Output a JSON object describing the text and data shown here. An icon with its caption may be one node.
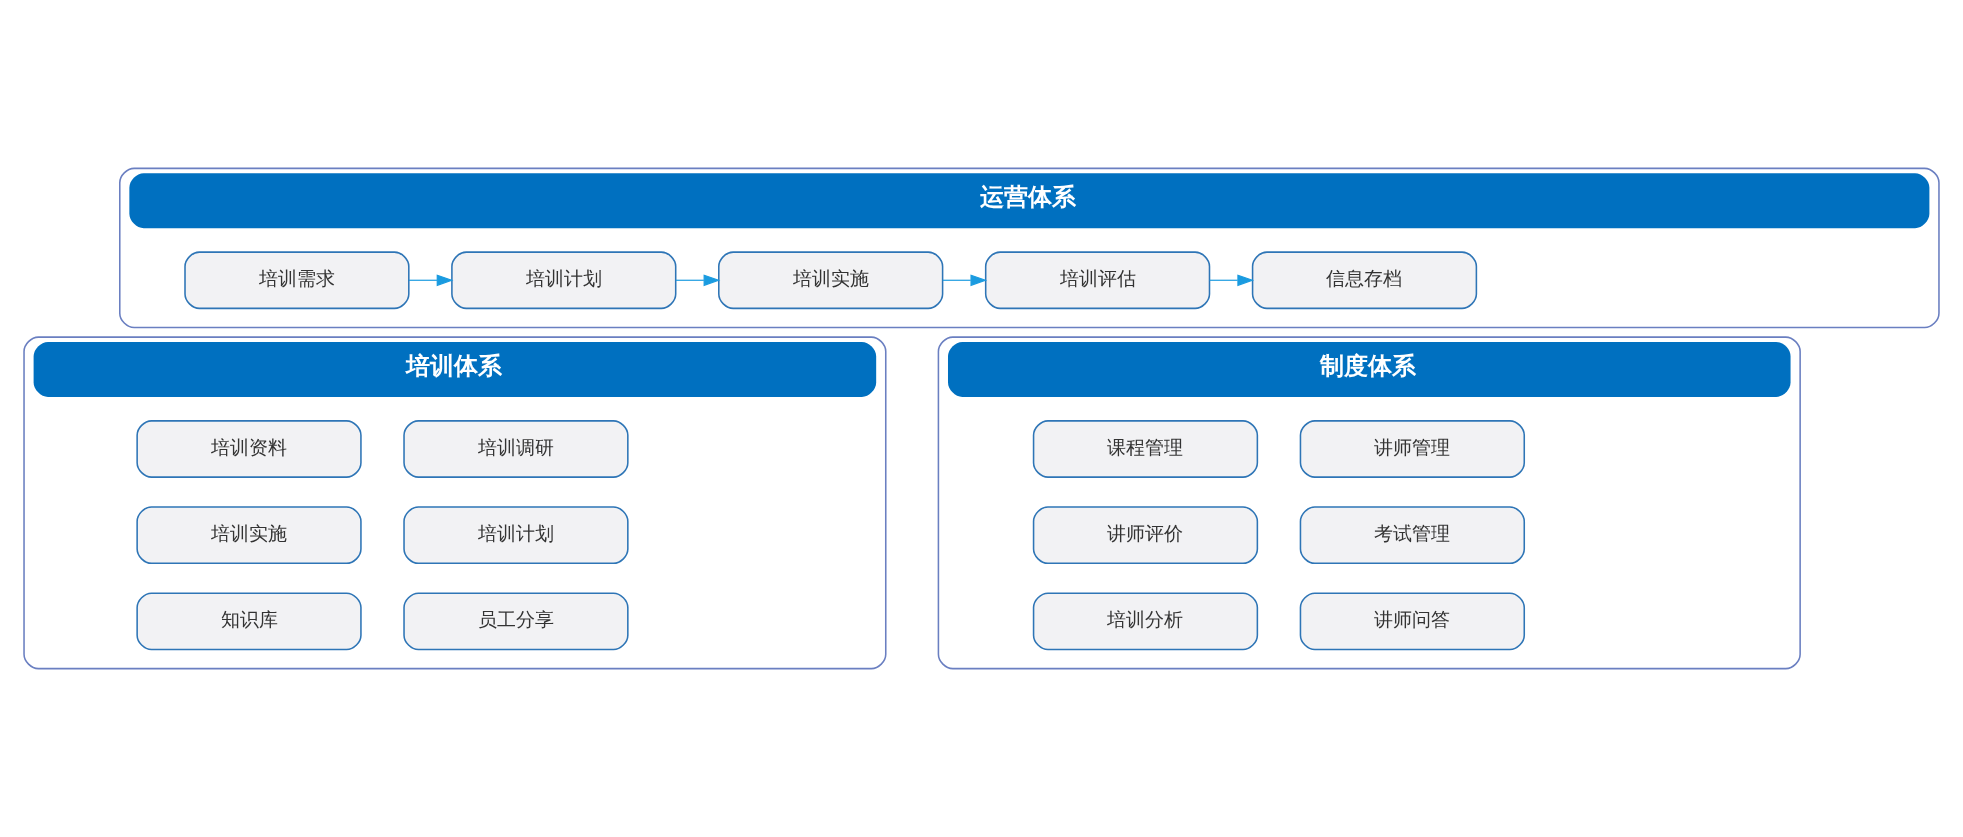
{
  "diagram": {
    "nodes": [
      {
        "text": [
          "运营体系"
        ]
      },
      {
        "text": [
          "培训需求"
        ],
        "in": 0
      },
      {
        "text": [
          "培训计划"
        ],
        "in": 0
      },
      {
        "text": [
          "培训实施"
        ],
        "in": 0
      },
      {
        "text": [
          "培训评估"
        ],
        "in": 0
      },
      {
        "text": [
          "信息存档"
        ],
        "in": 0
      },
      {
        "text": [
          "培训体系"
        ]
      },
      {
        "text": [
          "培训调研"
        ],
        "in": 6
      },
      {
        "text": [
          "培训资料"
        ],
        "in": 6
      },
      {
        "text": [
          "培训计划"
        ],
        "in": 6
      },
      {
        "text": [
          "培训实施"
        ],
        "in": 6
      },
      {
        "text": [
          "员工分享"
        ],
        "in": 6
      },
      {
        "text": [
          "知识库"
        ],
        "in": 6
      },
      {
        "text": [
          "制度体系"
        ]
      },
      {
        "text": [
          "讲师管理"
        ],
        "in": 13
      },
      {
        "text": [
          "课程管理"
        ],
        "in": 13
      },
      {
        "text": [
          "考试管理"
        ],
        "in": 13
      },
      {
        "text": [
          "讲师评价"
        ],
        "in": 13
      },
      {
        "text": [
          "讲师问答"
        ],
        "in": 13
      },
      {
        "text": [
          "培训分析"
        ],
        "in": 13
      }
    ],
    "edges": [
      {
        "from": 1,
        "to": 2,
        "arrow": "to"
      },
      {
        "from": 2,
        "to": 3,
        "arrow": "to"
      },
      {
        "from": 3,
        "to": 4,
        "arrow": "to"
      },
      {
        "from": 4,
        "to": 5,
        "arrow": "to"
      }
    ]
  }
}
